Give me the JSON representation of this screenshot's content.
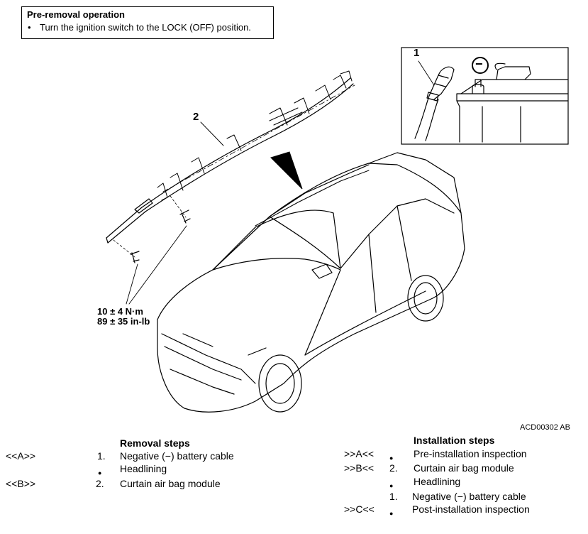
{
  "pre_removal": {
    "title": "Pre-removal operation",
    "bullet": "•",
    "text": "Turn the ignition switch to the LOCK (OFF) position."
  },
  "diagram": {
    "callout_1": "1",
    "callout_2": "2",
    "minus_symbol": "−",
    "torque_metric": "10 ± 4 N·m",
    "torque_imperial": "89 ± 35 in-lb",
    "figure_code": "ACD00302 AB"
  },
  "removal": {
    "heading": "Removal steps",
    "steps": [
      {
        "ref": "<<A>>",
        "num": "1.",
        "label": "Negative (−) battery cable"
      },
      {
        "ref": "",
        "num": "",
        "label": "Headlining"
      },
      {
        "ref": "<<B>>",
        "num": "2.",
        "label": "Curtain air bag module"
      }
    ]
  },
  "installation": {
    "heading": "Installation steps",
    "steps": [
      {
        "ref": ">>A<<",
        "num": "",
        "label": "Pre-installation inspection"
      },
      {
        "ref": ">>B<<",
        "num": "2.",
        "label": "Curtain air bag module"
      },
      {
        "ref": "",
        "num": "",
        "label": "Headlining"
      },
      {
        "ref": "",
        "num": "1.",
        "label": "Negative (−) battery cable"
      },
      {
        "ref": ">>C<<",
        "num": "",
        "label": "Post-installation inspection"
      }
    ]
  }
}
